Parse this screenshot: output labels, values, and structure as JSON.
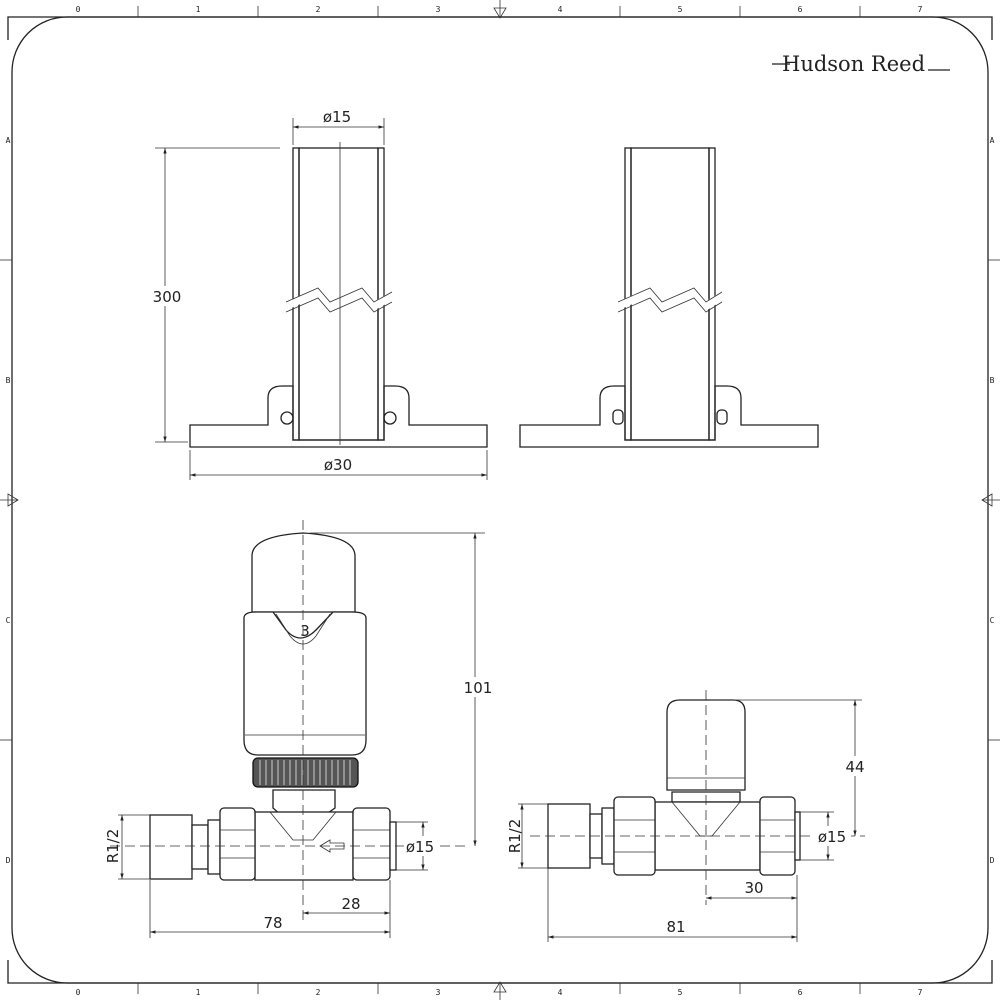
{
  "brand": {
    "name": "Hudson Reed"
  },
  "ruler": {
    "columns": [
      "0",
      "1",
      "2",
      "3",
      "4",
      "5",
      "6",
      "7"
    ],
    "rows": [
      "A",
      "B",
      "C",
      "D"
    ]
  },
  "pipe_sections": {
    "diameter_top": "ø15",
    "height": "300",
    "base_diameter": "ø30"
  },
  "thermostatic_valve": {
    "height": "101",
    "dial_setting": "3",
    "thread": "R1/2",
    "pipe_diameter": "ø15",
    "offset": "28",
    "length": "78"
  },
  "manual_valve": {
    "height": "44",
    "thread": "R1/2",
    "pipe_diameter": "ø15",
    "offset": "30",
    "length": "81"
  }
}
